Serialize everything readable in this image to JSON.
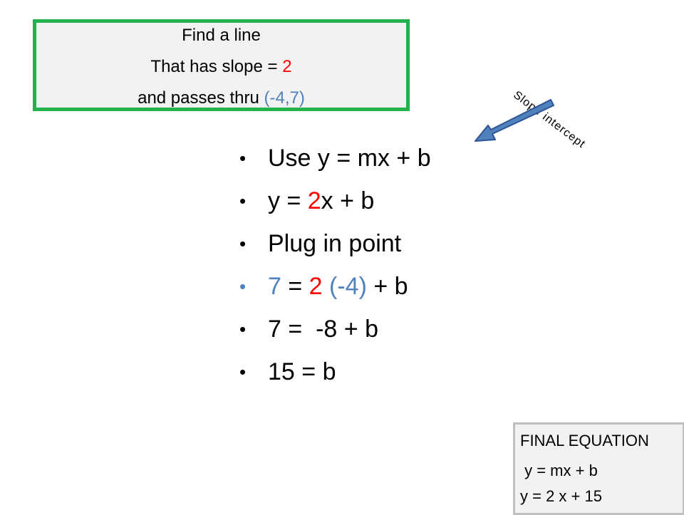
{
  "problem": {
    "line1": "Find a line",
    "line2_prefix": "That has slope = ",
    "line2_slope": "2",
    "line3_prefix": "and passes thru ",
    "line3_point": "(-4,7)"
  },
  "annotation": {
    "label": "Slope intercept"
  },
  "steps": [
    {
      "text": "Use y = mx + b"
    },
    {
      "prefix": "y = ",
      "highlight": "2",
      "suffix": "x + b"
    },
    {
      "text": "Plug in point"
    },
    {
      "part1": "7",
      "part2": " = ",
      "part3": "2",
      "part4": " (-4)",
      "part5": " + b"
    },
    {
      "text": "7 =  -8 + b"
    },
    {
      "text": "15 = b"
    }
  ],
  "final": {
    "title": "FINAL EQUATION",
    "formula": " y = mx + b",
    "answer": "y = 2 x + 15"
  },
  "colors": {
    "box_border": "#22b14c",
    "highlight_red": "#ff0000",
    "highlight_blue": "#4f81bd",
    "arrow_fill": "#4f81bd"
  }
}
